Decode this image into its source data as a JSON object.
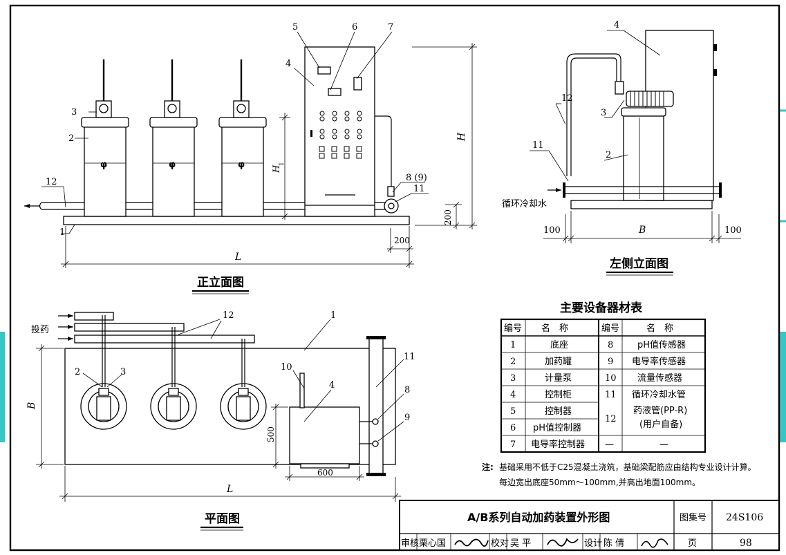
{
  "views": {
    "front": {
      "caption": "正立面图",
      "dims": {
        "L": "L",
        "H": "H",
        "H1": "H",
        "H1_sub": "1",
        "d200_bottom": "200",
        "d200_side": "200",
        "phi": "φ"
      },
      "callouts": [
        "1",
        "2",
        "3",
        "4",
        "5",
        "6",
        "7",
        "8 (9)",
        "11",
        "12"
      ]
    },
    "left": {
      "caption": "左侧立面图",
      "water_label": "循环冷却水",
      "dims": {
        "B": "B",
        "d100_left": "100",
        "d100_right": "100"
      },
      "callouts": [
        "2",
        "3",
        "4",
        "11",
        "12"
      ]
    },
    "plan": {
      "caption": "平面图",
      "dosing_label": "投药",
      "dims": {
        "L": "L",
        "B": "B",
        "d500": "500",
        "d600": "600"
      },
      "callouts": [
        "1",
        "2",
        "3",
        "4",
        "8",
        "9",
        "10",
        "11",
        "12"
      ]
    }
  },
  "table": {
    "title": "主要设备器材表",
    "headers": [
      "编号",
      "名　称",
      "编号",
      "名　称"
    ],
    "left_rows": [
      {
        "no": "1",
        "name": "底座"
      },
      {
        "no": "2",
        "name": "加药罐"
      },
      {
        "no": "3",
        "name": "计量泵"
      },
      {
        "no": "4",
        "name": "控制柜"
      },
      {
        "no": "5",
        "name": "控制器"
      },
      {
        "no": "6",
        "name": "pH值控制器"
      },
      {
        "no": "7",
        "name": "电导率控制器"
      }
    ],
    "right_rows": [
      {
        "no": "8",
        "name": "pH值传感器"
      },
      {
        "no": "9",
        "name": "电导率传感器"
      },
      {
        "no": "10",
        "name": "流量传感器"
      },
      {
        "no": "11",
        "name": "循环冷却水管"
      },
      {
        "no": "12",
        "name_line1": "药液管(PP-R)",
        "name_line2": "(用户自备)"
      },
      {
        "no": "—",
        "name": "—"
      }
    ]
  },
  "note": {
    "prefix": "注:",
    "line1": "基础采用不低于C25混凝土浇筑，基础梁配筋应由结构专业设计计算。",
    "line2": "每边宽出底座50mm～100mm,并高出地面100mm。"
  },
  "title_block": {
    "title": "A/B系列自动加药装置外形图",
    "atlas_label": "图集号",
    "atlas_no": "24S106",
    "page_label": "页",
    "page_no": "98",
    "review_label": "审核",
    "reviewer": "栗心国",
    "check_label": "校对",
    "checker": "吴 平",
    "design_label": "设计",
    "designer": "陈 倩"
  }
}
